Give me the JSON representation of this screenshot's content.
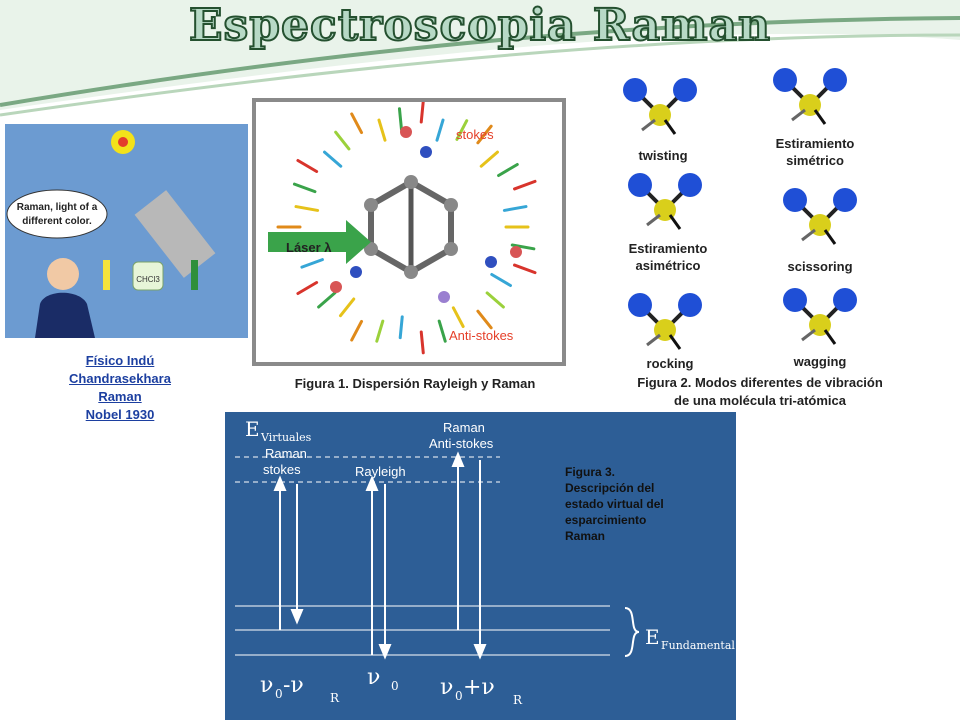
{
  "title": "Espectroscopia Raman",
  "raman_illustration": {
    "speech": [
      "Raman, light of a",
      "different color."
    ],
    "sample": "CHCl3"
  },
  "raman_caption": {
    "line1": "Físico Indú",
    "line2": "Chandrasekhara",
    "line3": "Raman",
    "line4": "Nobel 1930"
  },
  "figure1": {
    "stokes": "stokes",
    "antistokes": "Anti-stokes",
    "laser": "Láser λ",
    "caption": "Figura 1. Dispersión Rayleigh y Raman"
  },
  "figure2": {
    "modes": {
      "twisting": "twisting",
      "symmetric": [
        "Estiramiento",
        "simétrico"
      ],
      "asymmetric": [
        "Estiramiento",
        "asimétrico"
      ],
      "scissoring": "scissoring",
      "rocking": "rocking",
      "wagging": "wagging"
    },
    "caption": [
      "Figura 2. Modos diferentes de vibración",
      "de una molécula  tri-atómica"
    ]
  },
  "figure3": {
    "e_virtual": "E",
    "e_virtual_sub": "Virtuales",
    "e_fund": "E",
    "e_fund_sub": "Fundamental",
    "raman_stokes": [
      "Raman",
      "stokes"
    ],
    "rayleigh": "Rayleigh",
    "raman_antistokes": [
      "Raman",
      "Anti-stokes"
    ],
    "nu1": [
      "ν",
      "0",
      "-ν",
      "R"
    ],
    "nu2": [
      "ν",
      "0"
    ],
    "nu3": [
      "ν",
      "0",
      "+ν",
      "R"
    ],
    "caption": [
      "Figura 3.",
      "Descripción del",
      "estado virtual del",
      "esparcimiento",
      "Raman"
    ]
  },
  "colors": {
    "title_fill": "#b7d9c6",
    "title_stroke": "#24502f",
    "diagram_bg": "#2d5e96",
    "atom_blue": "#1f4fd6",
    "atom_yellow": "#d9cf1b",
    "link": "#1c3fa0"
  }
}
